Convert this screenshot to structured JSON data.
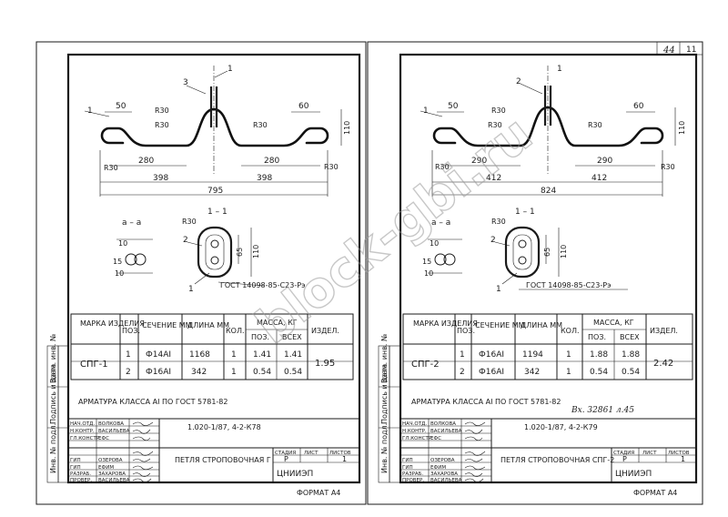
{
  "watermark": "block-gbi.ru",
  "page_number": "44",
  "sheet_corner_number": "11",
  "side_strip_labels": [
    "Инв. № подл.",
    "Подпись и дата",
    "Взам. инв. №"
  ],
  "left_sheet": {
    "views": {
      "dims_top": [
        "50",
        "60"
      ],
      "radii": [
        "R30",
        "R30",
        "R30",
        "R30",
        "R30"
      ],
      "dims_bottom": [
        "280",
        "280"
      ],
      "dims_half": [
        "398",
        "398"
      ],
      "dim_total": "795",
      "dim_height": "110",
      "pos_labels": [
        "1",
        "3",
        "1"
      ],
      "section_label": "1 – 1",
      "section_a": "а – а",
      "section_dims": [
        "R30",
        "65",
        "110",
        "10",
        "15",
        "10"
      ],
      "section_pos": [
        "2",
        "1"
      ],
      "gost_note": "ГОСТ 14098-85-С23-Рэ"
    },
    "table": {
      "headers": [
        "МАРКА ИЗДЕЛИЯ",
        "ПОЗ.",
        "СЕЧЕНИЕ ММ",
        "ДЛИНА ММ",
        "КОЛ.",
        "МАССА, КГ",
        "ПОЗ.",
        "ВСЕХ",
        "ИЗДЕЛ."
      ],
      "mark": "СПГ-1",
      "rows": [
        {
          "pos": "1",
          "section": "Ф14АI",
          "length": "1168",
          "qty": "1",
          "mass_pos": "1.41",
          "mass_all": "1.41"
        },
        {
          "pos": "2",
          "section": "Ф16АI",
          "length": "342",
          "qty": "1",
          "mass_pos": "0.54",
          "mass_all": "0.54"
        }
      ],
      "mass_item": "1.95"
    },
    "note": "АРМАТУРА КЛАССА АI ПО ГОСТ 5781-82",
    "code": "1.020-1/87, 4-2-К78",
    "title": "ПЕТЛЯ СТРОПОВОЧНАЯ Г",
    "stage_headers": [
      "СТАДИЯ",
      "ЛИСТ",
      "ЛИСТОВ"
    ],
    "stage_values": [
      "Р",
      "",
      "1"
    ],
    "org": "ЦНИИЭП",
    "roles": [
      "НАЧ.ОТД.",
      "Н.КОНТР.",
      "ГЛ.КОНСТР.",
      "",
      "ГИП",
      "ГИП",
      "РАЗРАБ.",
      "ПРОВЕР."
    ],
    "names": [
      "ВОЛКОВА",
      "ВАСИЛЬЕВА",
      "ЕФС",
      "",
      "ОЗЕРОВА",
      "ЕФИМ",
      "ЗАХАРОВА",
      "ВАСИЛЬЕВА"
    ],
    "format": "ФОРМАТ А4"
  },
  "right_sheet": {
    "views": {
      "dims_top": [
        "50",
        "60"
      ],
      "radii": [
        "R30",
        "R30",
        "R30",
        "R30",
        "R30"
      ],
      "dims_bottom": [
        "290",
        "290"
      ],
      "dims_half": [
        "412",
        "412"
      ],
      "dim_total": "824",
      "dim_height": "110",
      "pos_labels": [
        "1",
        "2",
        "1"
      ],
      "section_label": "1 – 1",
      "section_a": "а – а",
      "section_dims": [
        "R30",
        "65",
        "110",
        "10",
        "15",
        "10"
      ],
      "section_pos": [
        "2",
        "1"
      ],
      "gost_note": "ГОСТ 14098-85-С23-Рэ"
    },
    "table": {
      "headers": [
        "МАРКА ИЗДЕЛИЯ",
        "ПОЗ.",
        "СЕЧЕНИЕ ММ",
        "ДЛИНА ММ",
        "КОЛ.",
        "МАССА, КГ",
        "ПОЗ.",
        "ВСЕХ",
        "ИЗДЕЛ."
      ],
      "mark": "СПГ-2",
      "rows": [
        {
          "pos": "1",
          "section": "Ф16АI",
          "length": "1194",
          "qty": "1",
          "mass_pos": "1.88",
          "mass_all": "1.88"
        },
        {
          "pos": "2",
          "section": "Ф16АI",
          "length": "342",
          "qty": "1",
          "mass_pos": "0.54",
          "mass_all": "0.54"
        }
      ],
      "mass_item": "2.42"
    },
    "note": "АРМАТУРА КЛАССА АI ПО ГОСТ 5781-82",
    "handnote": "Вх. 32861 л.45",
    "code": "1.020-1/87, 4-2-К79",
    "title": "ПЕТЛЯ СТРОПОВОЧНАЯ СПГ-2",
    "stage_headers": [
      "СТАДИЯ",
      "ЛИСТ",
      "ЛИСТОВ"
    ],
    "stage_values": [
      "Р",
      "",
      "1"
    ],
    "org": "ЦНИИЭП",
    "roles": [
      "НАЧ.ОТД.",
      "Н.КОНТР.",
      "ГЛ.КОНСТР.",
      "",
      "ГИП",
      "ГИП",
      "РАЗРАБ.",
      "ПРОВЕР."
    ],
    "names": [
      "ВОЛКОВА",
      "ВАСИЛЬЕВА",
      "ЕФС",
      "",
      "ОЗЕРОВА",
      "ЕФИМ",
      "ЗАХАРОВА",
      "ВАСИЛЬЕВА"
    ],
    "format": "ФОРМАТ А4"
  }
}
